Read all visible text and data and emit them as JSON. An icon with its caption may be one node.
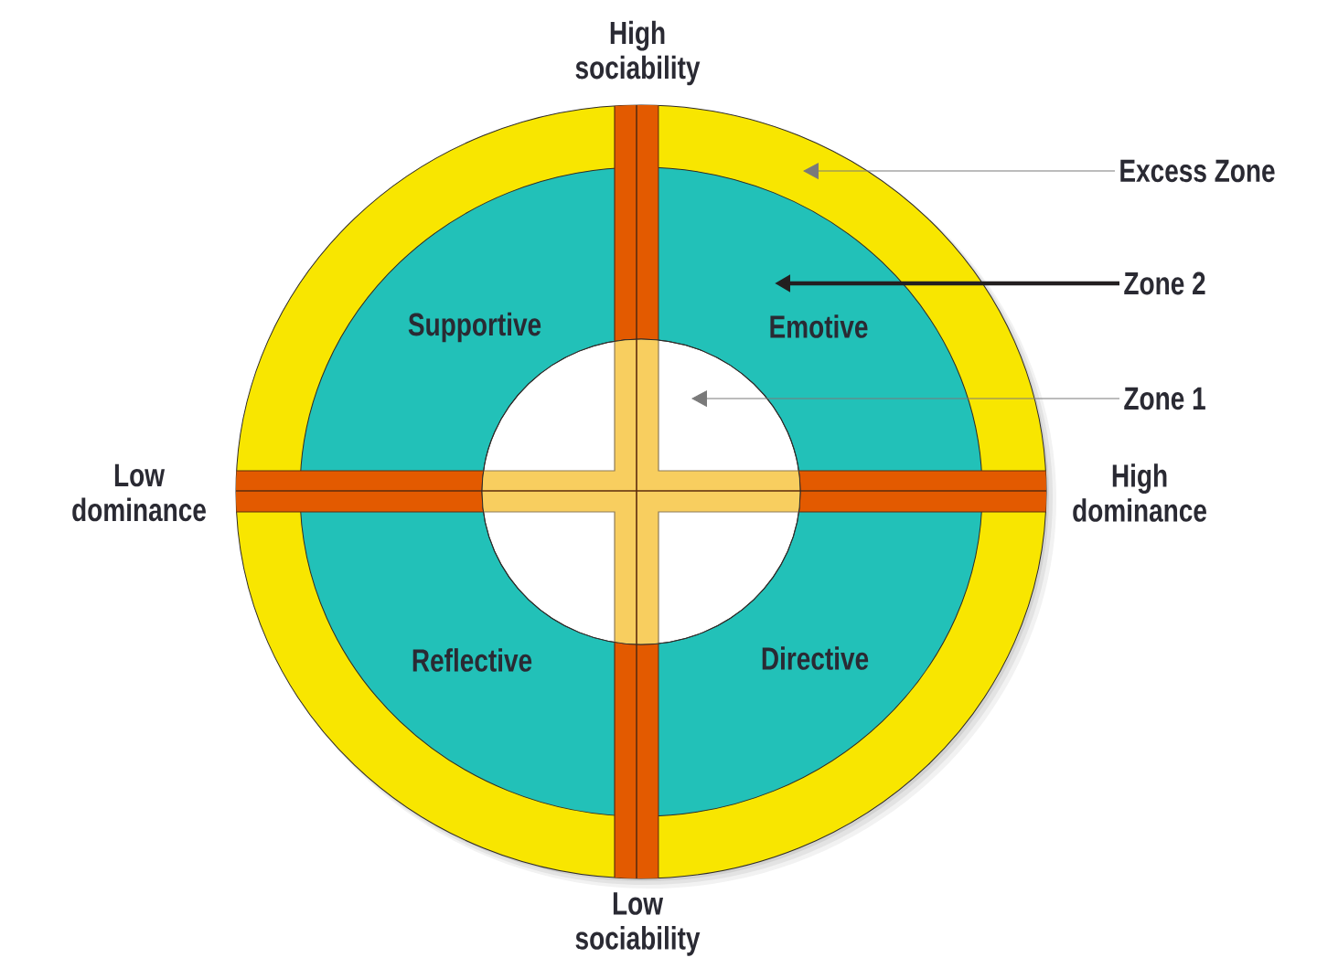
{
  "diagram": {
    "nodes": [
      {
        "text": [],
        "shape": "circle"
      },
      {
        "text": [],
        "shape": "circle",
        "in": 0
      },
      {
        "text": [],
        "shape": "circle",
        "in": 1
      },
      {
        "text": [
          "Excess Zone"
        ]
      },
      {
        "text": [
          "Zone 2"
        ]
      },
      {
        "text": [
          "Zone 1"
        ]
      }
    ],
    "edges": [
      {
        "from": 3,
        "to": 0,
        "arrow": "to"
      },
      {
        "from": 4,
        "to": 1,
        "arrow": "to",
        "style": "thick",
        "color": "#231f20"
      },
      {
        "from": 5,
        "to": 2,
        "arrow": "to"
      }
    ],
    "labels": [
      "High sociability",
      "Supportive",
      "Emotive",
      "Low dominance",
      "High dominance",
      "Reflective",
      "Directive",
      "Low sociability"
    ]
  }
}
